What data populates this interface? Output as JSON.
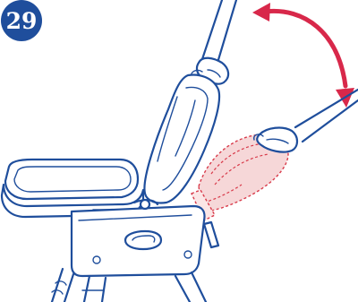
{
  "step": {
    "number": "29"
  },
  "colors": {
    "ink": "#1f4e9c",
    "arrow": "#d8284a",
    "ghost_fill": "#f6d7d8",
    "background": "#ffffff"
  },
  "illustration": {
    "subject": "high-chair-backrest-recline-adjustment",
    "arrow_direction": "double-headed-curved"
  }
}
